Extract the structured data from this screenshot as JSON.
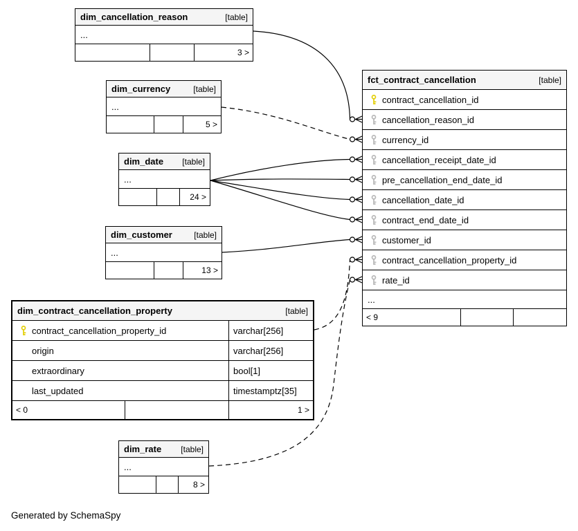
{
  "page": {
    "footer_note": "Generated by SchemaSpy",
    "colors": {
      "header_bg": "#f5f5f5",
      "border": "#000000",
      "line": "#000000",
      "primary_key": "#e3cf08",
      "foreign_key": "#b8b8b8"
    }
  },
  "tables": {
    "dim_cancellation_reason": {
      "name": "dim_cancellation_reason",
      "tag": "[table]",
      "ellipsis": "...",
      "count": "3 >"
    },
    "dim_currency": {
      "name": "dim_currency",
      "tag": "[table]",
      "ellipsis": "...",
      "count": "5 >"
    },
    "dim_date": {
      "name": "dim_date",
      "tag": "[table]",
      "ellipsis": "...",
      "count": "24 >"
    },
    "dim_customer": {
      "name": "dim_customer",
      "tag": "[table]",
      "ellipsis": "...",
      "count": "13 >"
    },
    "dim_rate": {
      "name": "dim_rate",
      "tag": "[table]",
      "ellipsis": "...",
      "count": "8 >"
    },
    "dim_contract_cancellation_property": {
      "name": "dim_contract_cancellation_property",
      "tag": "[table]",
      "columns": [
        {
          "name": "contract_cancellation_property_id",
          "type": "varchar[256]"
        },
        {
          "name": "origin",
          "type": "varchar[256]"
        },
        {
          "name": "extraordinary",
          "type": "bool[1]"
        },
        {
          "name": "last_updated",
          "type": "timestamptz[35]"
        }
      ],
      "footer_left": "< 0",
      "footer_right": "1 >"
    },
    "fct_contract_cancellation": {
      "name": "fct_contract_cancellation",
      "tag": "[table]",
      "columns": [
        "contract_cancellation_id",
        "cancellation_reason_id",
        "currency_id",
        "cancellation_receipt_date_id",
        "pre_cancellation_end_date_id",
        "cancellation_date_id",
        "contract_end_date_id",
        "customer_id",
        "contract_cancellation_property_id",
        "rate_id"
      ],
      "ellipsis": "...",
      "footer_left": "< 9"
    }
  }
}
